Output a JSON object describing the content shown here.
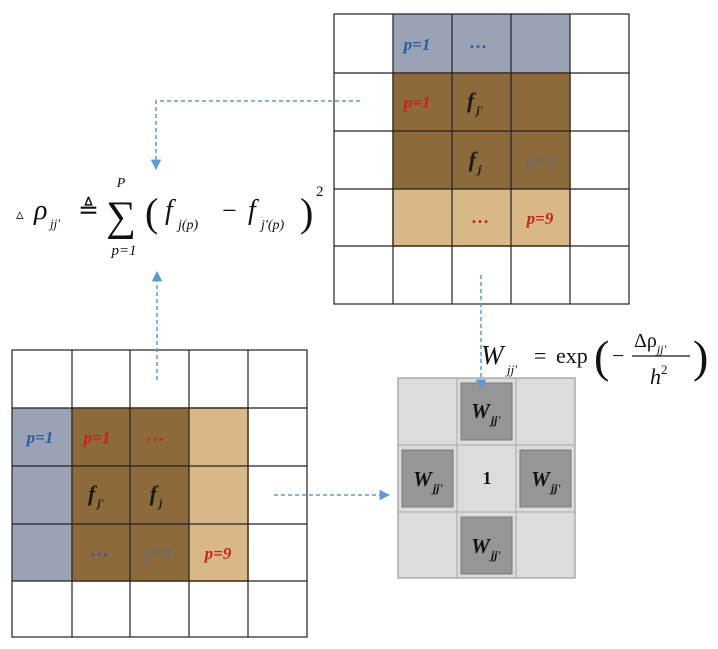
{
  "colors": {
    "blue_cell": "#9aa3b5",
    "dark_brown": "#8c6a3c",
    "light_tan": "#d9b888",
    "blue_text": "#2b5aa8",
    "red_text": "#cc1f1f",
    "gray_text": "#6b6b6b",
    "arrow": "#5b9bd5",
    "w_light": "#dcdcdc",
    "w_dark": "#969696"
  },
  "top_grid": {
    "cells": {
      "p1_blue": "p=1",
      "dots_blue": "…",
      "p1_red": "p=1",
      "f_jprime": "f",
      "f_jprime_sub": "j'",
      "f_j": "f",
      "f_j_sub": "j",
      "p9_gray": "p=9",
      "dots_red": "…",
      "p9_red": "p=9"
    }
  },
  "bottom_grid": {
    "cells": {
      "p1_blue": "p=1",
      "p1_red": "p=1",
      "dots_red": "…",
      "f_jprime": "f",
      "f_jprime_sub": "j'",
      "f_j": "f",
      "f_j_sub": "j",
      "dots_blue": "…",
      "p9_gray": "p=9",
      "p9_red": "p=9"
    }
  },
  "weights_grid": {
    "w": "W",
    "w_sub": "jj'",
    "center": "1"
  },
  "formula_rho": {
    "delta": "▵",
    "rho": "ρ",
    "rho_sub": "jj'",
    "defeq": "≜",
    "sum": "∑",
    "sum_upper": "P",
    "sum_lower": "p=1",
    "lparen": "(",
    "f1": "f",
    "f1_sub": "j(p)",
    "minus": "−",
    "f2": "f",
    "f2_sub": "j'(p)",
    "rparen": ")",
    "power": "2"
  },
  "formula_w": {
    "w": "W",
    "w_sub": "jj'",
    "equals": "=",
    "exp": "exp",
    "lparen": "(",
    "minus": "−",
    "numerator": "Δρ",
    "numerator_sub": "jj'",
    "denominator": "h",
    "denominator_sup": "2",
    "rparen": ")"
  }
}
